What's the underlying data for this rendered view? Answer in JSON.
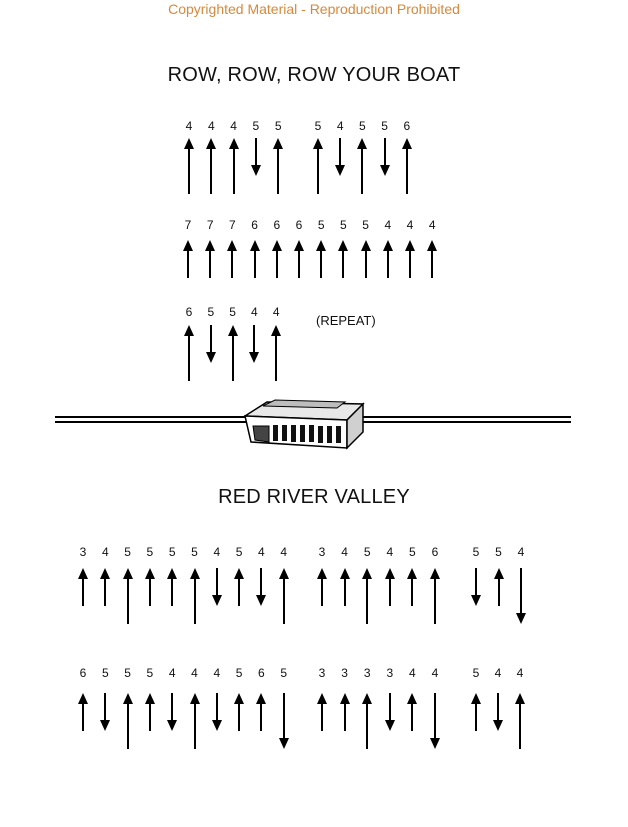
{
  "header": {
    "copyright": "Copyrighted Material - Reproduction Prohibited"
  },
  "songs": [
    {
      "title": "ROW, ROW, ROW YOUR BOAT",
      "repeat_label": "(REPEAT)",
      "lines": [
        [
          [
            {
              "n": "4",
              "d": "blow",
              "len": "long"
            },
            {
              "n": "4",
              "d": "blow",
              "len": "long"
            },
            {
              "n": "4",
              "d": "blow",
              "len": "long"
            },
            {
              "n": "5",
              "d": "draw",
              "len": "short"
            },
            {
              "n": "5",
              "d": "blow",
              "len": "long"
            }
          ],
          [
            {
              "n": "5",
              "d": "blow",
              "len": "long"
            },
            {
              "n": "4",
              "d": "draw",
              "len": "short"
            },
            {
              "n": "5",
              "d": "blow",
              "len": "long"
            },
            {
              "n": "5",
              "d": "draw",
              "len": "short"
            },
            {
              "n": "6",
              "d": "blow",
              "len": "long"
            }
          ]
        ],
        [
          [
            {
              "n": "7",
              "d": "blow",
              "len": "short"
            },
            {
              "n": "7",
              "d": "blow",
              "len": "short"
            },
            {
              "n": "7",
              "d": "blow",
              "len": "short"
            },
            {
              "n": "6",
              "d": "blow",
              "len": "short"
            },
            {
              "n": "6",
              "d": "blow",
              "len": "short"
            },
            {
              "n": "6",
              "d": "blow",
              "len": "short"
            },
            {
              "n": "5",
              "d": "blow",
              "len": "short"
            },
            {
              "n": "5",
              "d": "blow",
              "len": "short"
            },
            {
              "n": "5",
              "d": "blow",
              "len": "short"
            },
            {
              "n": "4",
              "d": "blow",
              "len": "short"
            },
            {
              "n": "4",
              "d": "blow",
              "len": "short"
            },
            {
              "n": "4",
              "d": "blow",
              "len": "short"
            }
          ]
        ],
        [
          [
            {
              "n": "6",
              "d": "blow",
              "len": "long"
            },
            {
              "n": "5",
              "d": "draw",
              "len": "short"
            },
            {
              "n": "5",
              "d": "blow",
              "len": "long"
            },
            {
              "n": "4",
              "d": "draw",
              "len": "short"
            },
            {
              "n": "4",
              "d": "blow",
              "len": "long"
            }
          ]
        ]
      ]
    },
    {
      "title": "RED RIVER VALLEY",
      "lines": [
        [
          [
            {
              "n": "3",
              "d": "blow",
              "len": "short"
            },
            {
              "n": "4",
              "d": "blow",
              "len": "short"
            },
            {
              "n": "5",
              "d": "blow",
              "len": "long"
            },
            {
              "n": "5",
              "d": "blow",
              "len": "short"
            },
            {
              "n": "5",
              "d": "blow",
              "len": "short"
            },
            {
              "n": "5",
              "d": "blow",
              "len": "long"
            },
            {
              "n": "4",
              "d": "draw",
              "len": "short"
            },
            {
              "n": "5",
              "d": "blow",
              "len": "short"
            },
            {
              "n": "4",
              "d": "draw",
              "len": "short"
            },
            {
              "n": "4",
              "d": "blow",
              "len": "long"
            }
          ],
          [
            {
              "n": "3",
              "d": "blow",
              "len": "short"
            },
            {
              "n": "4",
              "d": "blow",
              "len": "short"
            },
            {
              "n": "5",
              "d": "blow",
              "len": "long"
            },
            {
              "n": "4",
              "d": "blow",
              "len": "short"
            },
            {
              "n": "5",
              "d": "blow",
              "len": "short"
            },
            {
              "n": "6",
              "d": "blow",
              "len": "long"
            }
          ],
          [
            {
              "n": "5",
              "d": "draw",
              "len": "short"
            },
            {
              "n": "5",
              "d": "blow",
              "len": "short"
            },
            {
              "n": "4",
              "d": "draw",
              "len": "long"
            }
          ]
        ],
        [
          [
            {
              "n": "6",
              "d": "blow",
              "len": "short"
            },
            {
              "n": "5",
              "d": "draw",
              "len": "short"
            },
            {
              "n": "5",
              "d": "blow",
              "len": "long"
            },
            {
              "n": "5",
              "d": "blow",
              "len": "short"
            },
            {
              "n": "4",
              "d": "draw",
              "len": "short"
            },
            {
              "n": "4",
              "d": "blow",
              "len": "long"
            },
            {
              "n": "4",
              "d": "draw",
              "len": "short"
            },
            {
              "n": "5",
              "d": "blow",
              "len": "short"
            },
            {
              "n": "6",
              "d": "blow",
              "len": "short"
            },
            {
              "n": "5",
              "d": "draw",
              "len": "long"
            }
          ],
          [
            {
              "n": "3",
              "d": "blow",
              "len": "short"
            },
            {
              "n": "3",
              "d": "blow",
              "len": "short"
            },
            {
              "n": "3",
              "d": "blow",
              "len": "long"
            },
            {
              "n": "3",
              "d": "draw",
              "len": "short"
            },
            {
              "n": "4",
              "d": "blow",
              "len": "short"
            },
            {
              "n": "4",
              "d": "draw",
              "len": "long"
            }
          ],
          [
            {
              "n": "5",
              "d": "blow",
              "len": "short"
            },
            {
              "n": "4",
              "d": "draw",
              "len": "short"
            },
            {
              "n": "4",
              "d": "blow",
              "len": "long"
            }
          ]
        ]
      ]
    }
  ]
}
